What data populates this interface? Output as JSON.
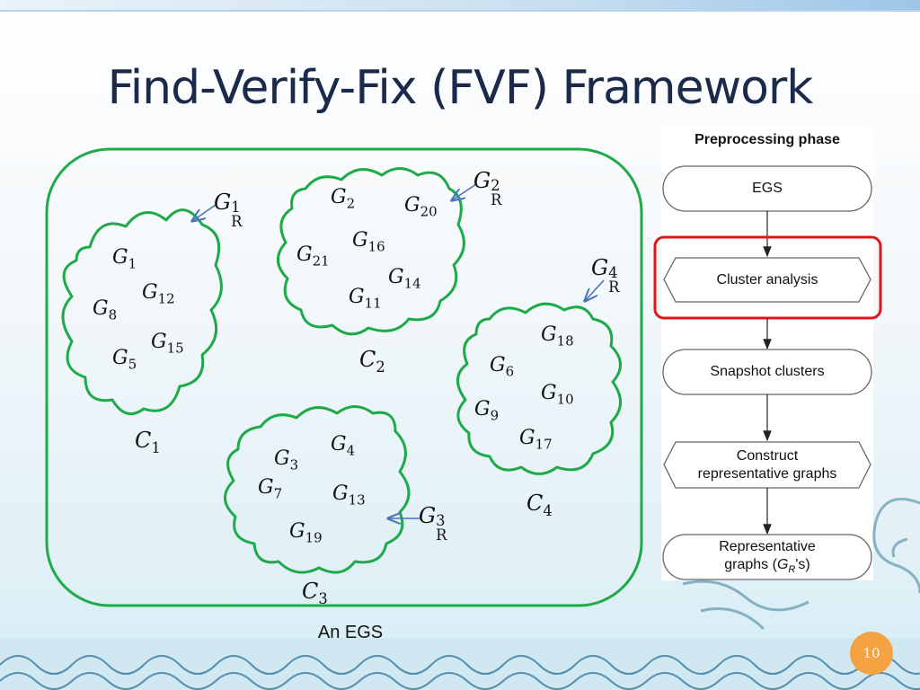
{
  "slide": {
    "title": "Find-Verify-Fix (FVF) Framework",
    "caption": "An EGS",
    "number": "10"
  },
  "chart_data": {
    "type": "diagram",
    "clusters": [
      {
        "name": "C1",
        "rep": "G_R^1",
        "members": [
          "G1",
          "G8",
          "G12",
          "G5",
          "G15"
        ]
      },
      {
        "name": "C2",
        "rep": "G_R^2",
        "members": [
          "G2",
          "G20",
          "G21",
          "G16",
          "G14",
          "G11"
        ]
      },
      {
        "name": "C3",
        "rep": "G_R^3",
        "members": [
          "G3",
          "G4",
          "G7",
          "G13",
          "G19"
        ]
      },
      {
        "name": "C4",
        "rep": "G_R^4",
        "members": [
          "G18",
          "G6",
          "G10",
          "G9",
          "G17"
        ]
      }
    ],
    "flowchart": {
      "title": "Preprocessing phase",
      "steps": [
        "EGS",
        "Cluster analysis",
        "Snapshot clusters",
        "Construct representative graphs",
        "Representative graphs (GR's)"
      ],
      "highlighted": "Cluster analysis"
    }
  },
  "labels": {
    "G1": "1",
    "G8": "8",
    "G12": "12",
    "G5": "5",
    "G15": "15",
    "G2": "2",
    "G20": "20",
    "G21": "21",
    "G16": "16",
    "G14": "14",
    "G11": "11",
    "G3": "3",
    "G4": "4",
    "G7": "7",
    "G13": "13",
    "G19": "19",
    "G18": "18",
    "G6": "6",
    "G10": "10",
    "G9": "9",
    "G17": "17",
    "C1": "1",
    "C2": "2",
    "C3": "3",
    "C4": "4",
    "R1": "1",
    "R2": "2",
    "R3": "3",
    "R4": "4",
    "G": "G",
    "C": "C",
    "R": "R"
  },
  "flow": {
    "title": "Preprocessing phase",
    "egs": "EGS",
    "cluster": "Cluster analysis",
    "snapshot": "Snapshot clusters",
    "construct_1": "Construct",
    "construct_2": "representative graphs",
    "rep_1": "Representative",
    "rep_2a": "graphs (",
    "rep_g": "G",
    "rep_r": "R",
    "rep_2b": "'s)"
  },
  "colors": {
    "cloud": "#1faa4a",
    "highlight": "#e0161d",
    "accent": "#f5a243",
    "title": "#1b2a4a"
  }
}
